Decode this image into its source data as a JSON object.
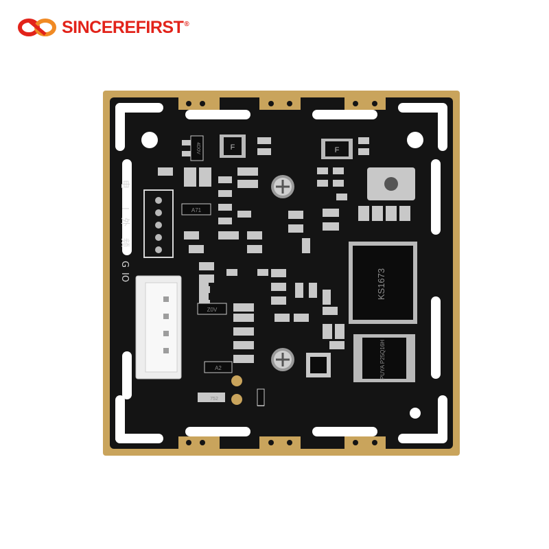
{
  "brand": {
    "name": "SINCEREFIRST",
    "registered_mark": "®",
    "accent_color": "#e2231a"
  },
  "board": {
    "colors": {
      "pcb": "#141414",
      "gold": "#c9a45c",
      "silkscreen": "#d8d8d8",
      "pad": "#b9b9b9"
    },
    "chip_main": "KS1673",
    "chip_flash": "PUYA P25Q16H",
    "chip_small": "F",
    "labels": {
      "side_1": "电",
      "side_2": "I",
      "side_3": "外",
      "side_4": "频",
      "side_5": "G",
      "side_6": "IO",
      "reg_1": "A71",
      "reg_2": "4D0V",
      "reg_3": "Z0V",
      "reg_4": "A2",
      "fuse": "F",
      "r_code": "752"
    }
  }
}
